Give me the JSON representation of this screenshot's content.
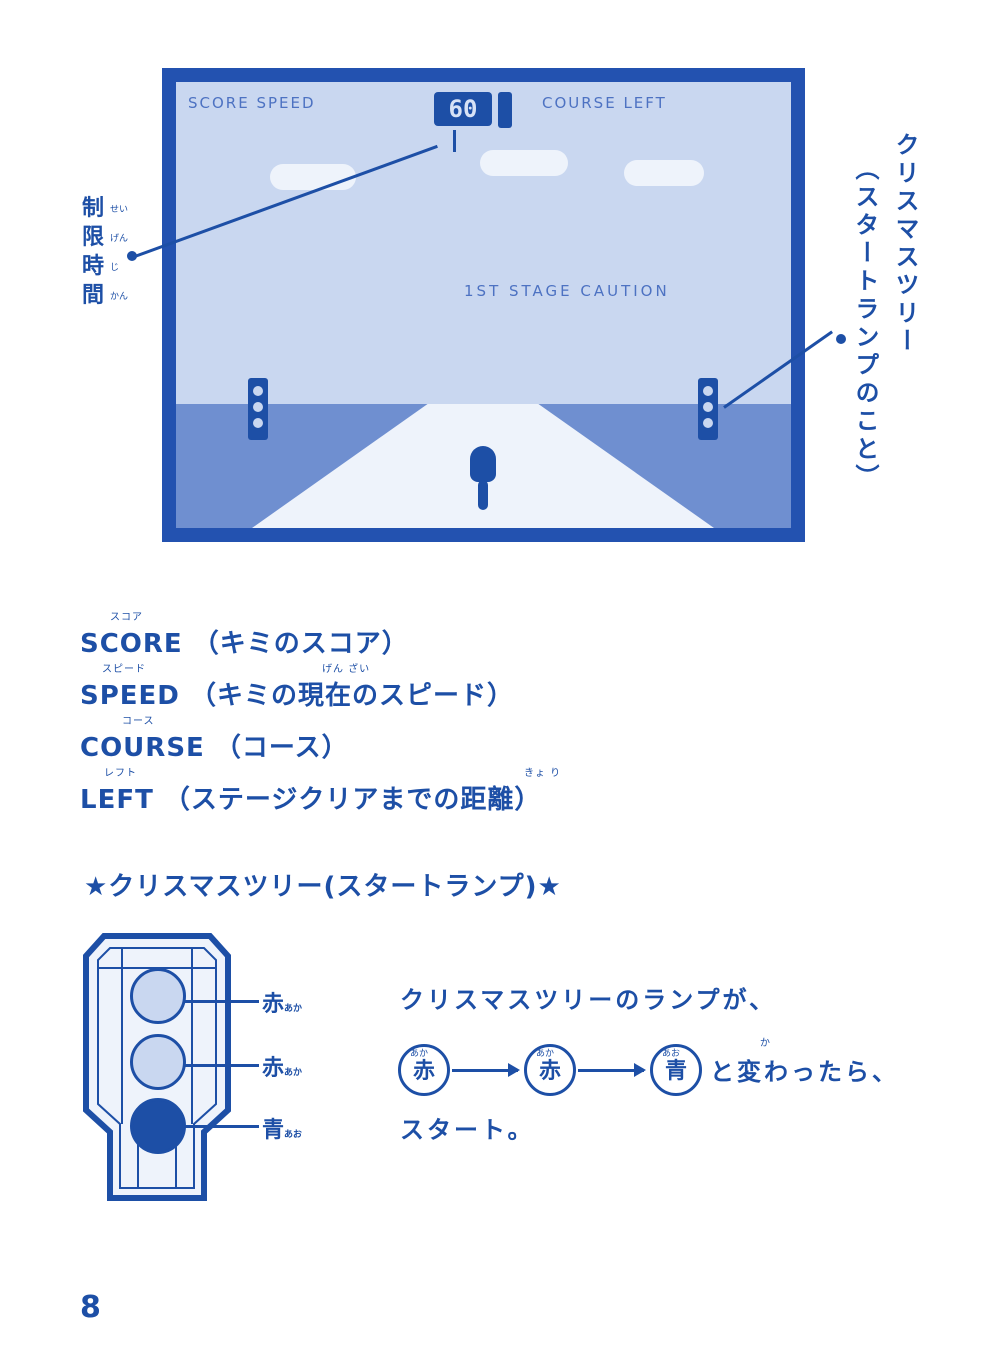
{
  "screenshot": {
    "hud_left_text": "SCORE  SPEED",
    "hud_right_text": "COURSE  LEFT",
    "timer_value": "60",
    "stage_text": "1ST STAGE  CAUTION"
  },
  "callouts": {
    "time_limit_chars": [
      "制",
      "限",
      "時",
      "間"
    ],
    "time_limit_ruby": [
      "せい",
      "げん",
      "じ",
      "かん"
    ],
    "tree_caption_1": "クリスマスツリー",
    "tree_caption_2": "（スタートランプのこと）"
  },
  "hud_items": [
    {
      "ruby": "スコア",
      "term": "SCORE",
      "desc": "（キミのスコア）"
    },
    {
      "ruby": "スピード",
      "term": "SPEED",
      "desc": "（キミの現在のスピード）",
      "desc_ruby": "げん ざい"
    },
    {
      "ruby": "コース",
      "term": "COURSE",
      "desc": "（コース）"
    },
    {
      "ruby": "レフト",
      "term": "LEFT",
      "desc": "（ステージクリアまでの距離）",
      "desc_ruby": "きょ り"
    }
  ],
  "heading": "★クリスマスツリー(スタートランプ)★",
  "lamps": [
    {
      "label": "赤",
      "ruby": "あか"
    },
    {
      "label": "赤",
      "ruby": "あか"
    },
    {
      "label": "青",
      "ruby": "あお"
    }
  ],
  "instructions": {
    "line1": "クリスマスツリーのランプが、",
    "sequence": [
      "赤",
      "赤",
      "青"
    ],
    "sequence_ruby": [
      "あか",
      "あか",
      "あお"
    ],
    "line2_suffix": "と変わったら、",
    "line2_ruby": "か",
    "line3": "スタート。"
  },
  "page_number": "8",
  "colors": {
    "ink": "#1d4fa6",
    "screen_sky": "#c9d7f0",
    "screen_ground": "#6f8fd0"
  }
}
